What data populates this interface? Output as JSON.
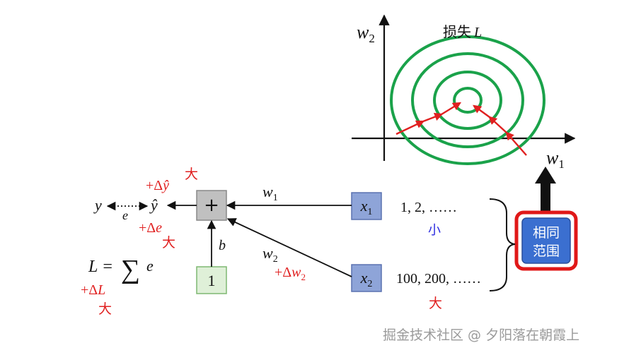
{
  "loss_plot": {
    "y_axis_main": "w",
    "y_axis_sub": "2",
    "x_axis_main": "w",
    "x_axis_sub": "1",
    "title_cn": "损失",
    "title_var": "L"
  },
  "nodes": {
    "plus": "+",
    "bias_input": "1",
    "x1_main": "x",
    "x1_sub": "1",
    "x2_main": "x",
    "x2_sub": "2",
    "output_hat": "ŷ",
    "target": "y",
    "error": "e",
    "bias_label": "b",
    "sum_block_line1": "相同",
    "sum_block_line2": "范围"
  },
  "labels": {
    "w1_main": "w",
    "w1_sub": "1",
    "w2_main": "w",
    "w2_sub": "2",
    "delta_w2_prefix": "+Δ",
    "delta_w2_main": "w",
    "delta_w2_sub": "2",
    "delta_yhat_prefix": "+Δ",
    "delta_yhat_var": "ŷ",
    "delta_e_prefix": "+Δ",
    "delta_e_var": "e",
    "big_char": "大",
    "small_char": "小",
    "loss_eq_left": "L = ",
    "loss_eq_sigma": "∑",
    "loss_eq_var": "e",
    "delta_L_prefix": "+Δ",
    "delta_L_var": "L",
    "x1_values": "1, 2, ……",
    "x2_values": "100, 200, ……",
    "watermark": "掘金技术社区 @ 夕阳落在朝霞上"
  },
  "colors": {
    "contour": "#1aa24a",
    "arrow_red": "#e02020",
    "node_plus": "#c0c0c0",
    "node_bias": "#dff0d8",
    "node_x": "#8ea4d8",
    "range_block": "#3b6fd0",
    "range_border": "#e01818"
  }
}
